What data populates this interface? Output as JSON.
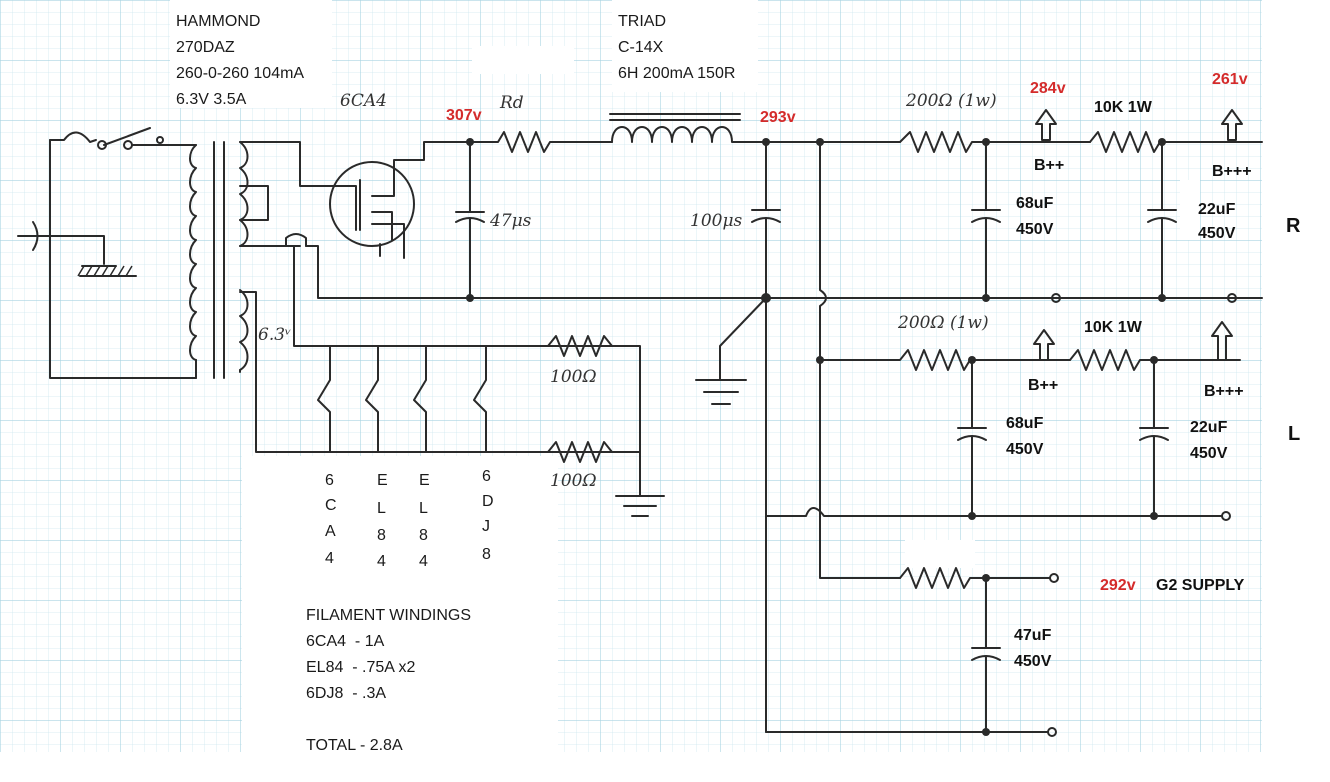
{
  "transformer": {
    "brand": "HAMMOND",
    "model": "270DAZ",
    "hv": "260-0-260 104mA",
    "fil": "6.3V 3.5A"
  },
  "choke": {
    "brand": "TRIAD",
    "model": "C-14X",
    "spec": "6H 200mA 150R"
  },
  "handwritten": {
    "rectifier": "6CA4",
    "rd": "Rd",
    "cap47": "47μs",
    "cap100": "100μs",
    "heater": "6.3ᵛ",
    "res200_r": "200Ω (1w)",
    "res200_l": "200Ω (1w)",
    "res100_a": "100Ω",
    "res100_b": "100Ω"
  },
  "voltages": {
    "v307": "307v",
    "v293": "293v",
    "v284": "284v",
    "v261": "261v",
    "v292": "292v"
  },
  "resistors": {
    "r10k_r": "10K 1W",
    "r10k_l": "10K 1W"
  },
  "nodes": {
    "bpp_r": "B++",
    "bppp_r": "B+++",
    "bpp_l": "B++",
    "bppp_l": "B+++"
  },
  "caps": {
    "c68_r_val": "68uF",
    "c68_r_v": "450V",
    "c22_r_val": "22uF",
    "c22_r_v": "450V",
    "c68_l_val": "68uF",
    "c68_l_v": "450V",
    "c22_l_val": "22uF",
    "c22_l_v": "450V",
    "c47_val": "47uF",
    "c47_v": "450V"
  },
  "channels": {
    "right": "R",
    "left": "L"
  },
  "g2": "G2 SUPPLY",
  "tubes": [
    {
      "chars": [
        "6",
        "C",
        "A",
        "4"
      ]
    },
    {
      "chars": [
        "E",
        "L",
        "8",
        "4"
      ]
    },
    {
      "chars": [
        "E",
        "L",
        "8",
        "4"
      ]
    },
    {
      "chars": [
        "6",
        "D",
        "J",
        "8"
      ]
    }
  ],
  "filament": {
    "title": "FILAMENT WINDINGS",
    "lines": [
      "6CA4  - 1A",
      "EL84  - .75A x2",
      "6DJ8  - .3A"
    ],
    "total": "TOTAL - 2.8A"
  },
  "colors": {
    "voltage_red": "#d42b2b",
    "grid": "#bfe0ea",
    "ink": "#2a2a2a"
  }
}
